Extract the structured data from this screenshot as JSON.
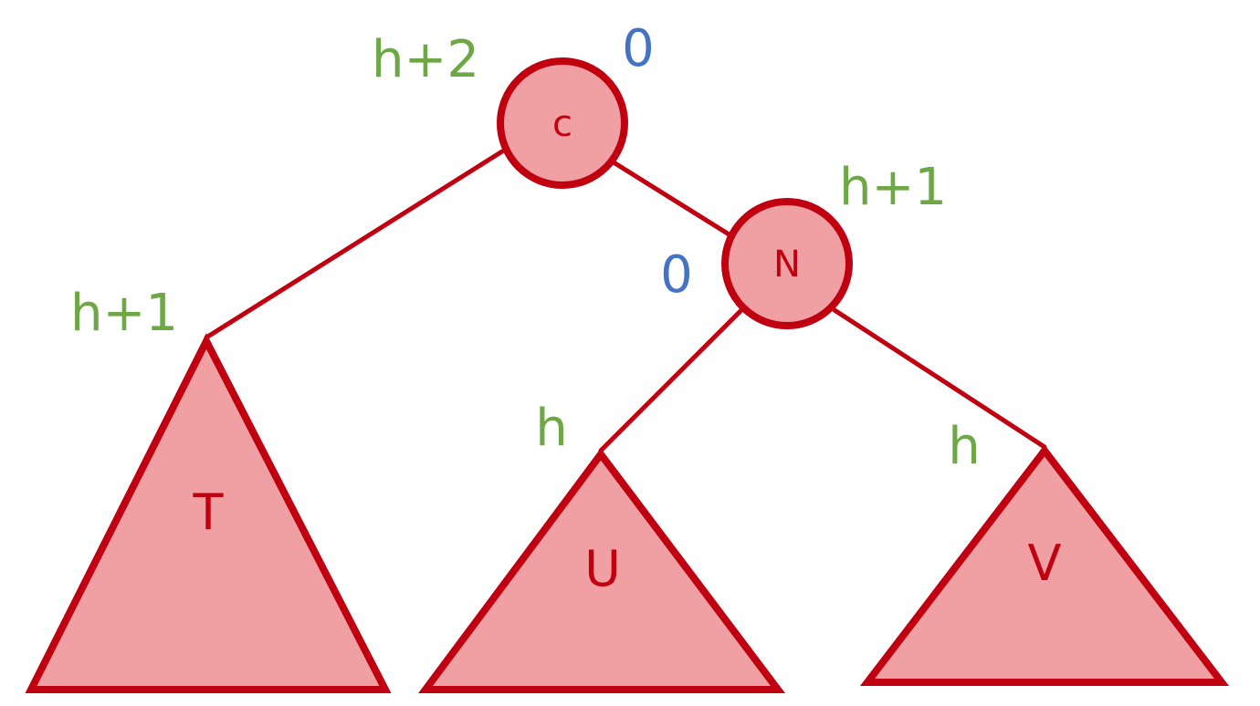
{
  "colors": {
    "stroke": "#c00010",
    "fill": "#f0a0a2",
    "label": "#c00010",
    "height": "#6ea846",
    "balance": "#4472c4"
  },
  "nodes": {
    "c": {
      "label": "c",
      "height": "h+2",
      "balance": "0"
    },
    "n": {
      "label": "N",
      "height": "h+1",
      "balance": "0"
    }
  },
  "subtrees": {
    "t": {
      "label": "T",
      "height": "h+1"
    },
    "u": {
      "label": "U",
      "height": "h"
    },
    "v": {
      "label": "V",
      "height": "h"
    }
  }
}
